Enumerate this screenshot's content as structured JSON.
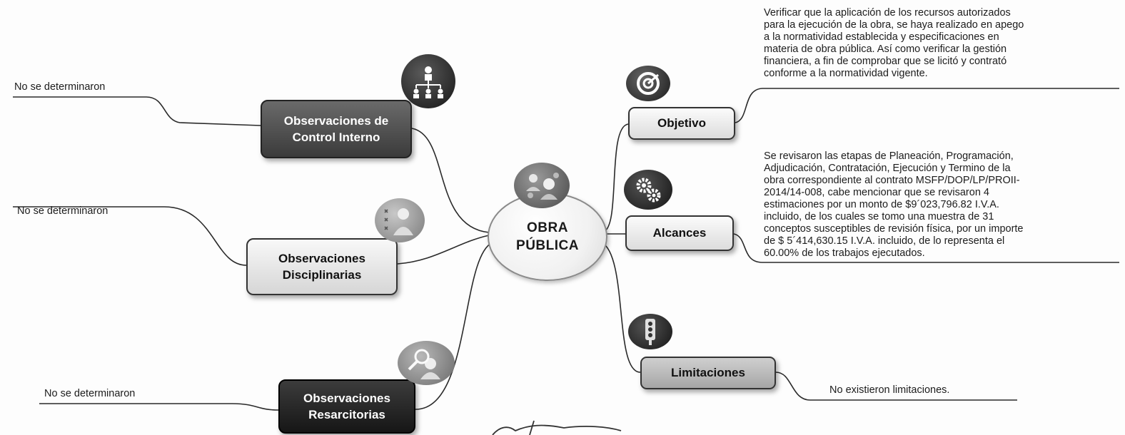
{
  "center": {
    "line1": "OBRA",
    "line2": "PÚBLICA"
  },
  "left_nodes": [
    {
      "line1": "Observaciones de",
      "line2": "Control Interno",
      "leaf": "No se determinaron",
      "icon": "organization-chart-icon"
    },
    {
      "line1": "Observaciones",
      "line2": "Disciplinarias",
      "leaf": "No se determinaron",
      "icon": "person-checklist-icon"
    },
    {
      "line1": "Observaciones",
      "line2": "Resarcitorias",
      "leaf": "No se determinaron",
      "icon": "magnifier-person-icon"
    }
  ],
  "right_nodes": [
    {
      "label": "Objetivo",
      "icon": "target-icon",
      "lines": [
        "Verificar que la aplicación de los recursos autorizados",
        "para la ejecución de la obra, se haya realizado en apego",
        "a la normatividad establecida y especificaciones en",
        "materia de obra pública. Así como verificar la gestión",
        "financiera, a fin de comprobar que se licitó y contrató",
        "conforme a la normatividad vigente."
      ]
    },
    {
      "label": "Alcances",
      "icon": "gears-icon",
      "lines": [
        "Se revisaron las etapas de Planeación, Programación,",
        "Adjudicación, Contratación, Ejecución y Termino de la",
        "obra correspondiente al contrato MSFP/DOP/LP/PROII-",
        "2014/14-008, cabe mencionar que se revisaron 4",
        "estimaciones por un monto de $9´023,796.82 I.V.A.",
        "incluido, de los cuales  se tomo una muestra de 31",
        "conceptos susceptibles de revisión física, por un importe",
        "de $ 5´414,630.15 I.V.A. incluido, de lo representa el",
        "60.00% de los trabajos ejecutados."
      ]
    },
    {
      "label": "Limitaciones",
      "icon": "traffic-light-icon",
      "leaf": "No existieron limitaciones."
    }
  ],
  "center_icon": "team-network-icon",
  "colors": {
    "line": "#2a2a2a",
    "dark_node": "#3b3b3b",
    "light_node": "#e6e6e6"
  }
}
